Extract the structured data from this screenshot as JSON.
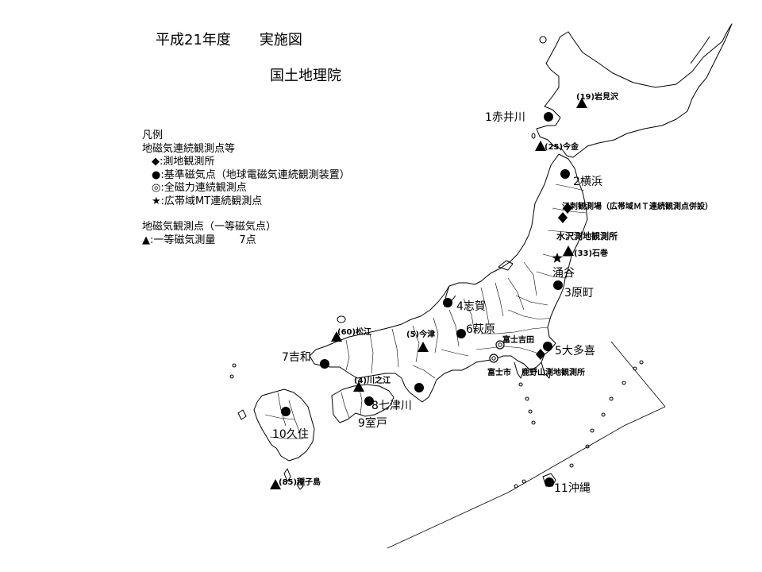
{
  "title": {
    "line1": "平成21年度　　実施図",
    "line2": "国土地理院"
  },
  "legend": {
    "heading": "凡例",
    "group1_title": "地磁気連続観測点等",
    "items": [
      {
        "symbol": "◆",
        "label": ":測地観測所"
      },
      {
        "symbol": "●",
        "label": ":基準磁気点（地球電磁気連続観測装置）"
      },
      {
        "symbol": "◎",
        "label": ":全磁力連続観測点"
      },
      {
        "symbol": "★",
        "label": ":広帯域MT連続観測点"
      }
    ],
    "group2_title": "地磁気観測点（一等磁気点）",
    "survey_symbol": "▲",
    "survey_label": ":一等磁気測量",
    "survey_count": "7点"
  },
  "sites": [
    {
      "id": "iwamizawa",
      "kind": "triangle",
      "label": "(19)岩見沢"
    },
    {
      "id": "akaigawa",
      "kind": "circle",
      "label": "1赤井川"
    },
    {
      "id": "imagane",
      "kind": "triangle",
      "label": "(25)今金"
    },
    {
      "id": "yokohama",
      "kind": "circle",
      "label": "2横浜"
    },
    {
      "id": "esashi",
      "kind": "diamond",
      "label": "江刺観測場（広帯域ＭＴ連続観測点併設）"
    },
    {
      "id": "mizusawa",
      "kind": "diamond",
      "label": "水沢測地観測所"
    },
    {
      "id": "ishinomaki",
      "kind": "triangle",
      "label": "(33)石巻"
    },
    {
      "id": "wakuya",
      "kind": "star",
      "label": "涌谷"
    },
    {
      "id": "haramachi",
      "kind": "circle",
      "label": "3原町"
    },
    {
      "id": "shiga",
      "kind": "circle",
      "label": "4志賀"
    },
    {
      "id": "hagiwara",
      "kind": "circle",
      "label": "6萩原"
    },
    {
      "id": "imazu",
      "kind": "triangle",
      "label": "(5)今津"
    },
    {
      "id": "matsue",
      "kind": "triangle",
      "label": "(60)松江"
    },
    {
      "id": "yoshiwa",
      "kind": "circle",
      "label": "7吉和"
    },
    {
      "id": "kawanoe",
      "kind": "triangle",
      "label": "(4)川之江"
    },
    {
      "id": "nanatsugawa",
      "kind": "circle",
      "label": "8七津川"
    },
    {
      "id": "muroto",
      "kind": "circle",
      "label": "9室戸"
    },
    {
      "id": "kuju",
      "kind": "circle",
      "label": "10久住"
    },
    {
      "id": "tanegashima",
      "kind": "triangle",
      "label": "(85)種子島"
    },
    {
      "id": "fujiyoshida",
      "kind": "double-circle",
      "label": "富士吉田"
    },
    {
      "id": "fujishi",
      "kind": "double-circle",
      "label": "富士市"
    },
    {
      "id": "kanozan",
      "kind": "diamond",
      "label": "鹿野山測地観測所"
    },
    {
      "id": "otaki",
      "kind": "circle",
      "label": "5大多喜"
    },
    {
      "id": "okinawa",
      "kind": "circle",
      "label": "11沖縄"
    }
  ]
}
